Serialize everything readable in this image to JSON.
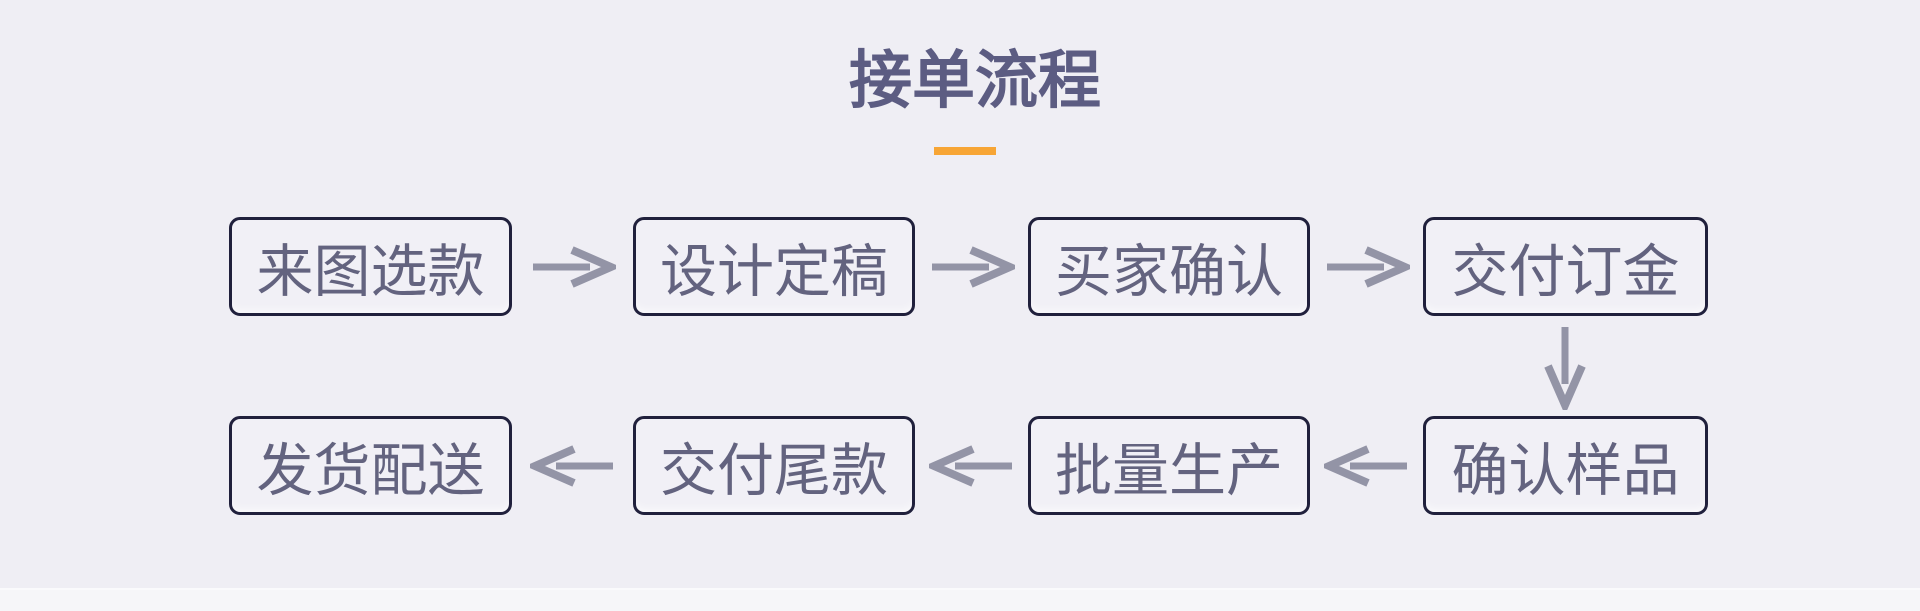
{
  "title": {
    "text": "接单流程"
  },
  "colors": {
    "background": "#EFEEF4",
    "title_text": "#5C5C82",
    "underline_accent": "#F7A535",
    "box_border": "#20203C",
    "box_fill": "#F1F0F6",
    "box_text": "#63637F",
    "arrow": "#9394A6",
    "footer_strip": "#F6F6F9"
  },
  "flow": {
    "row1": [
      "来图选款",
      "设计定稿",
      "买家确认",
      "交付订金"
    ],
    "row2": [
      "发货配送",
      "交付尾款",
      "批量生产",
      "确认样品"
    ],
    "sequence": [
      "来图选款",
      "设计定稿",
      "买家确认",
      "交付订金",
      "确认样品",
      "批量生产",
      "交付尾款",
      "发货配送"
    ]
  }
}
